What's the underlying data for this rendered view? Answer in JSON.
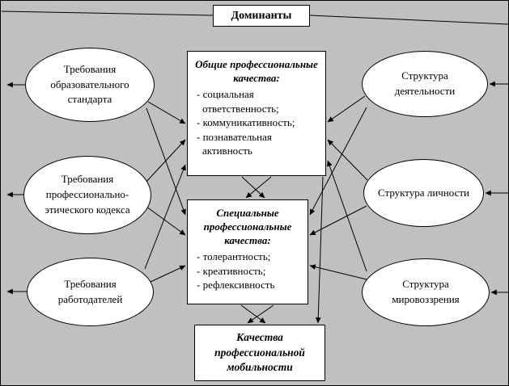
{
  "colors": {
    "background": "#c0c0c0",
    "shape_fill": "#ffffff",
    "line": "#000000",
    "text": "#000000"
  },
  "diagram": {
    "top_box": {
      "label": "Доминанты"
    },
    "left_ellipses": [
      {
        "label": "Требования образовательного стандарта"
      },
      {
        "label": "Требования профессионально-этического кодекса"
      },
      {
        "label": "Требования работодателей"
      }
    ],
    "right_ellipses": [
      {
        "label": "Структура деятельности"
      },
      {
        "label": "Структура личности"
      },
      {
        "label": "Структура мировоззрения"
      }
    ],
    "general_qualities": {
      "title": "Общие профессиональные качества:",
      "items": [
        "- социальная ответственность;",
        "- коммуникативность;",
        "- познавательная активность"
      ]
    },
    "special_qualities": {
      "title": "Специальные профессиональные качества:",
      "items": [
        "- толерантность;",
        "- креативность;",
        "- рефлексивность"
      ]
    },
    "bottom_box": {
      "label": "Качества профессиональной мобильности"
    }
  }
}
